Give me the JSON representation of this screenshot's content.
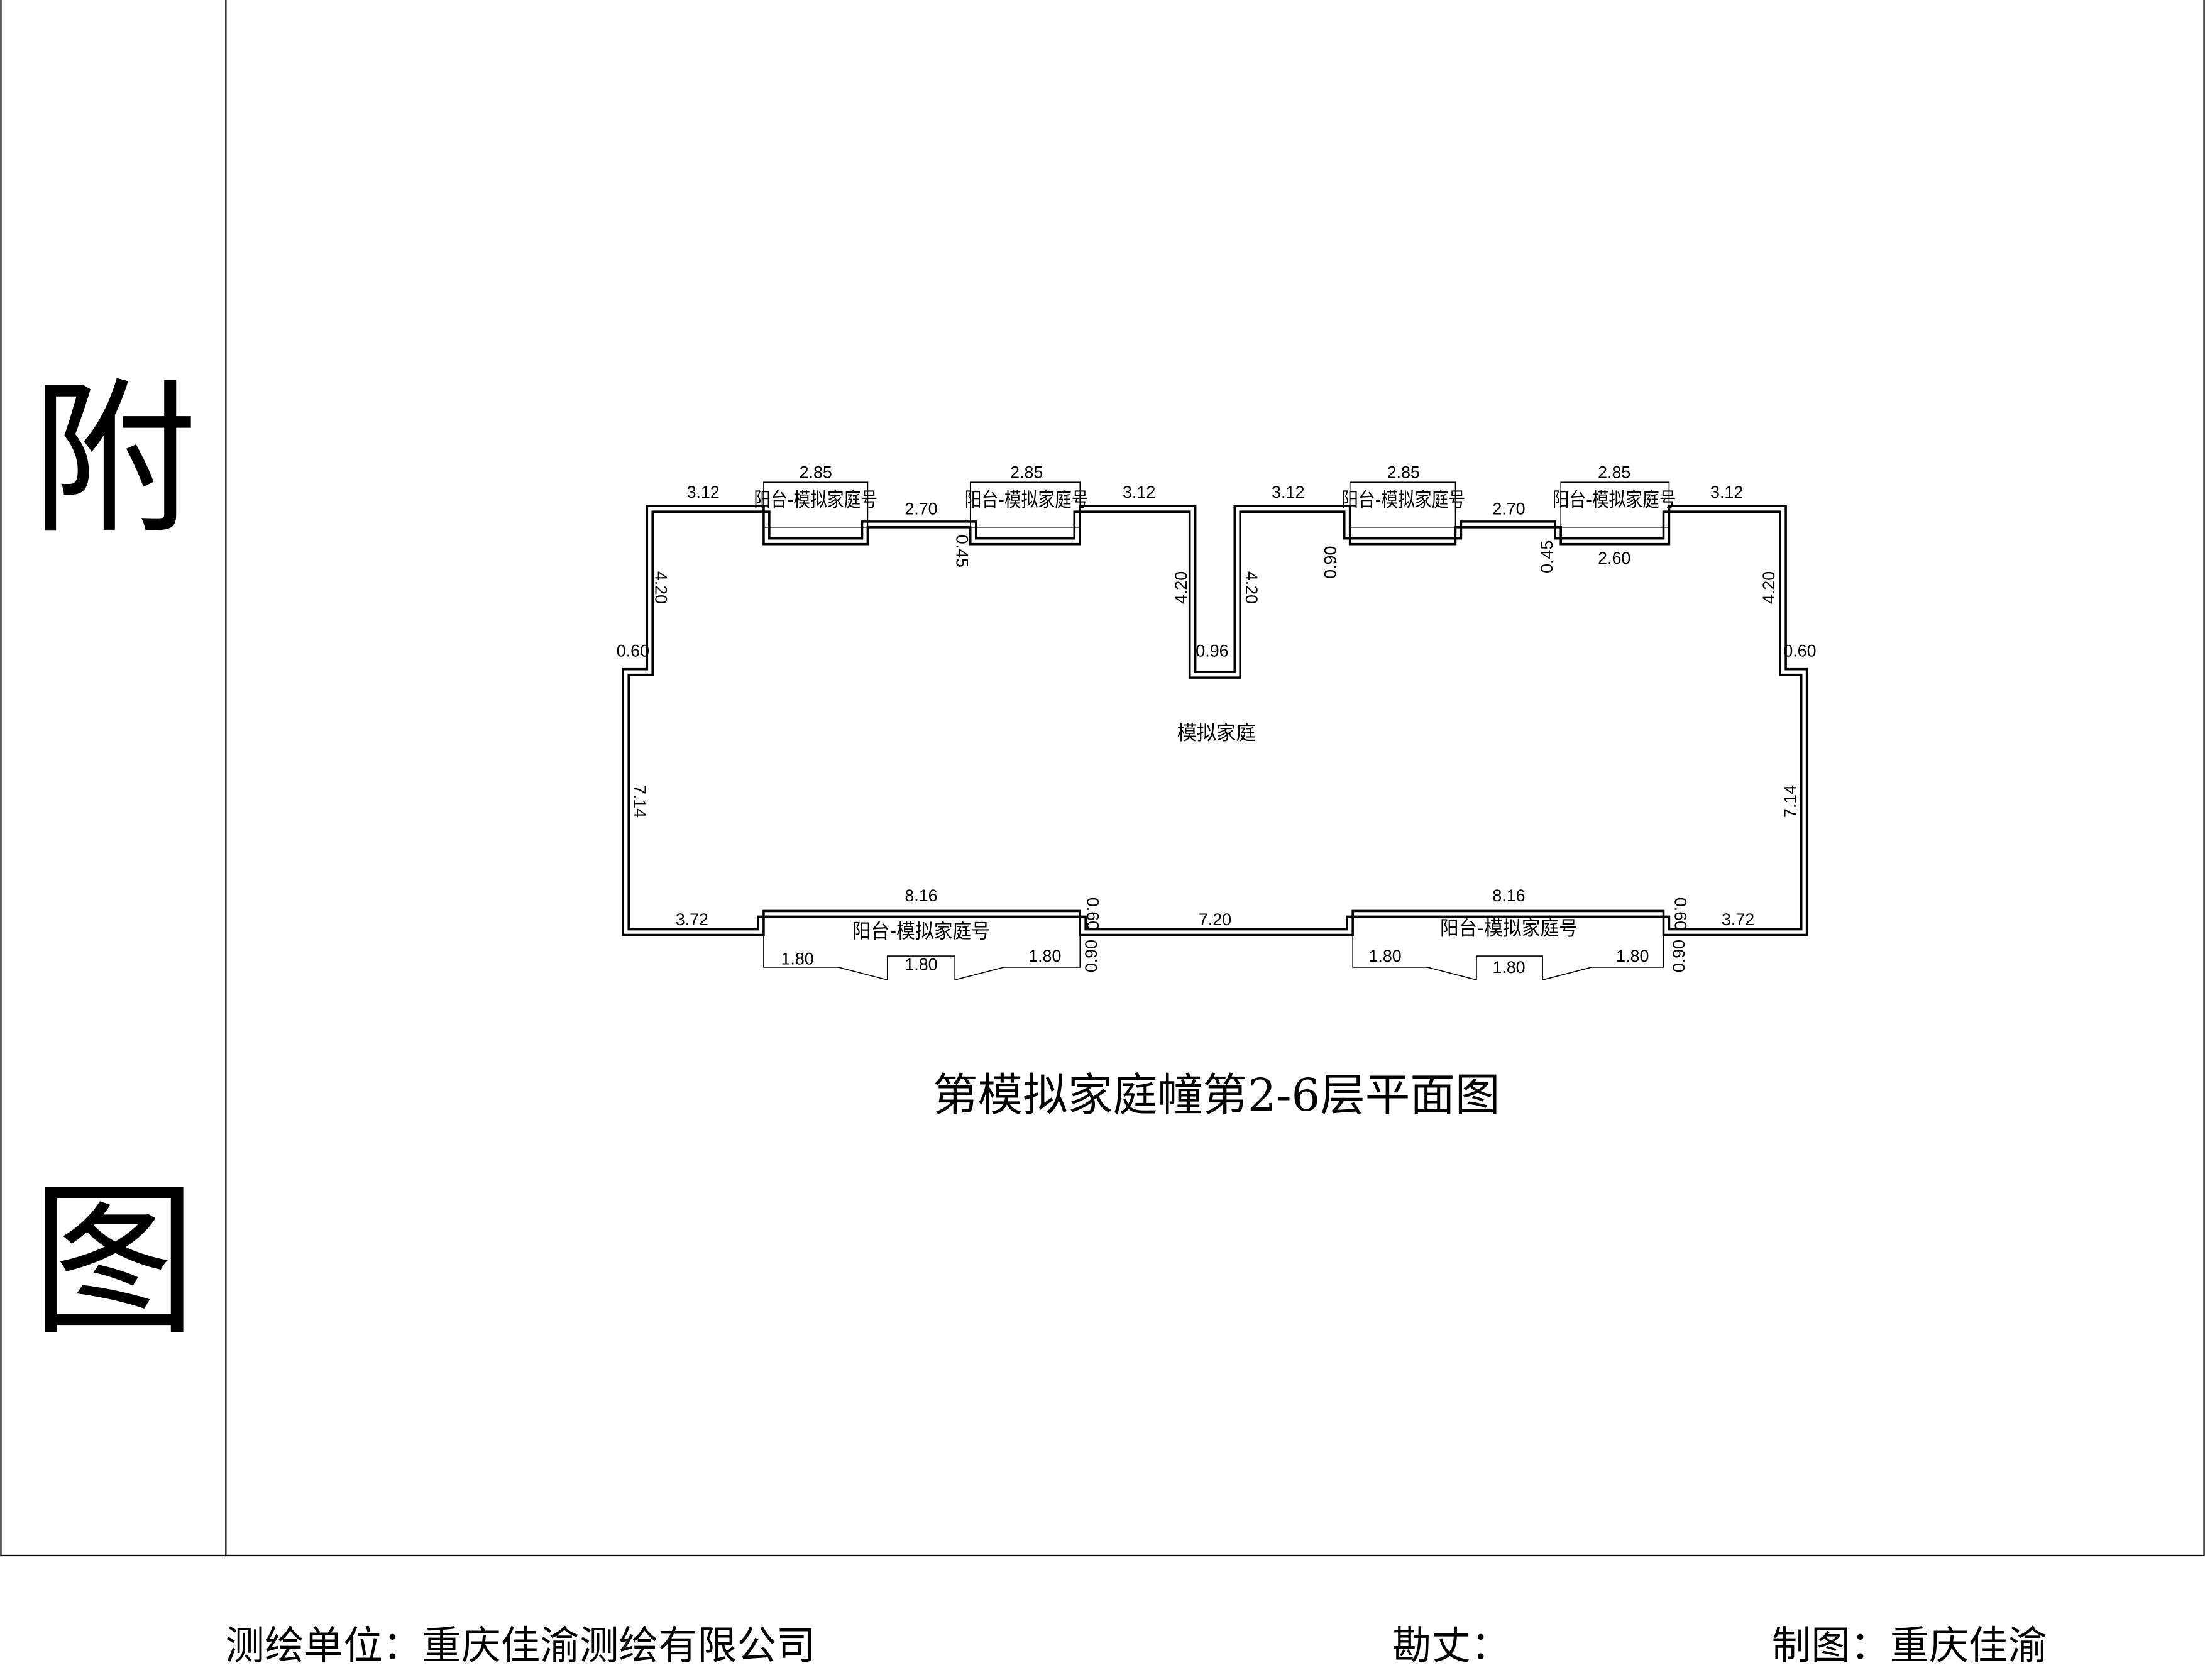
{
  "side": {
    "char1": "附",
    "char2": "图"
  },
  "plan": {
    "room_label": "模拟家庭",
    "balcony_label": "阳台-模拟家庭号",
    "title": "第模拟家庭幢第2-6层平面图",
    "dims_left_top": [
      "3.12",
      "2.85",
      "2.70",
      "0.45",
      "2.85",
      "3.12",
      "4.20",
      "4.20",
      "0.60",
      "0.96",
      "7.14"
    ],
    "dims_right_top": [
      "3.12",
      "0.90",
      "2.85",
      "2.70",
      "0.45",
      "2.85",
      "2.60",
      "3.12",
      "4.20",
      "4.20",
      "0.60",
      "7.14"
    ],
    "dims_bottom": [
      "3.72",
      "8.16",
      "0.60",
      "0.90",
      "1.80",
      "1.80",
      "1.80",
      "7.20",
      "8.16",
      "0.60",
      "0.90",
      "1.80",
      "1.80",
      "1.80",
      "3.72"
    ]
  },
  "footer": {
    "unit": "测绘单位：重庆佳渝测绘有限公司",
    "surveyor": "勘丈：",
    "drafter": "制图：重庆佳渝"
  }
}
